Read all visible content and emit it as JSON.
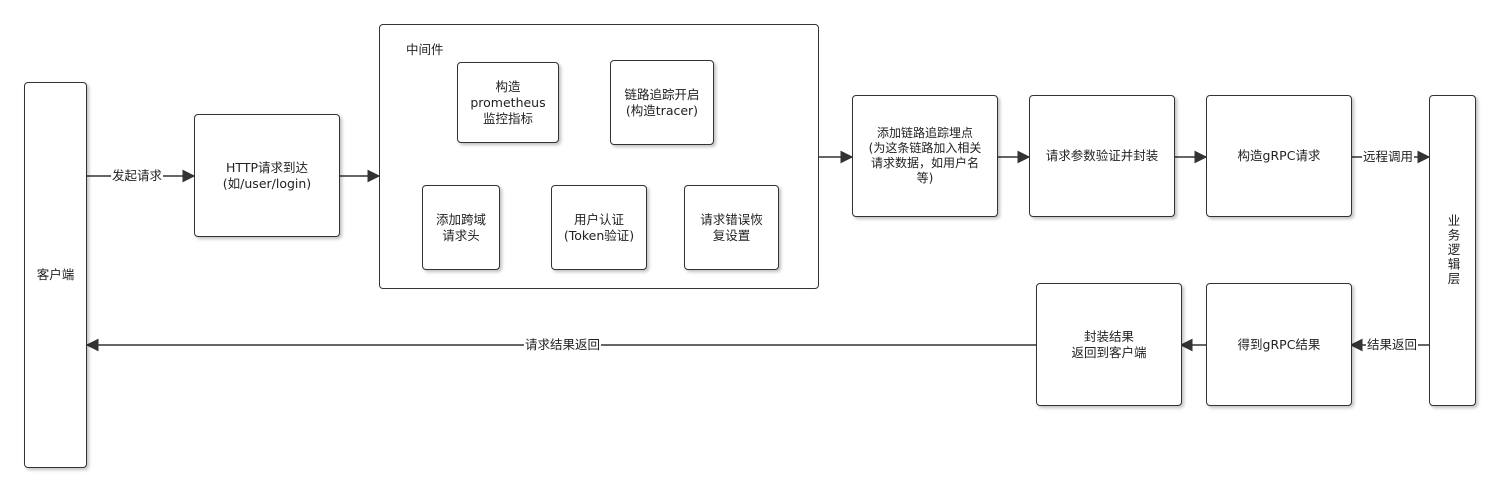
{
  "nodes": {
    "client": "客户端",
    "http_request": "HTTP请求到达\n(如/user/login)",
    "middleware_title": "中间件",
    "prometheus": "构造\nprometheus\n监控指标",
    "tracing": "链路追踪开启\n(构造tracer)",
    "cors": "添加跨域\n请求头",
    "auth": "用户认证\n(Token验证)",
    "recovery": "请求错误恢\n复设置",
    "trace_point": "添加链路追踪埋点\n(为这条链路加入相关\n请求数据，如用户名\n等)",
    "validate": "请求参数验证并封装",
    "grpc_request": "构造gRPC请求",
    "business": "业务逻辑层",
    "grpc_result": "得到gRPC结果",
    "wrap_result": "封装结果\n返回到客户端"
  },
  "edges": {
    "send_request": "发起请求",
    "remote_call": "远程调用",
    "result_return": "结果返回",
    "request_result_return": "请求结果返回"
  }
}
